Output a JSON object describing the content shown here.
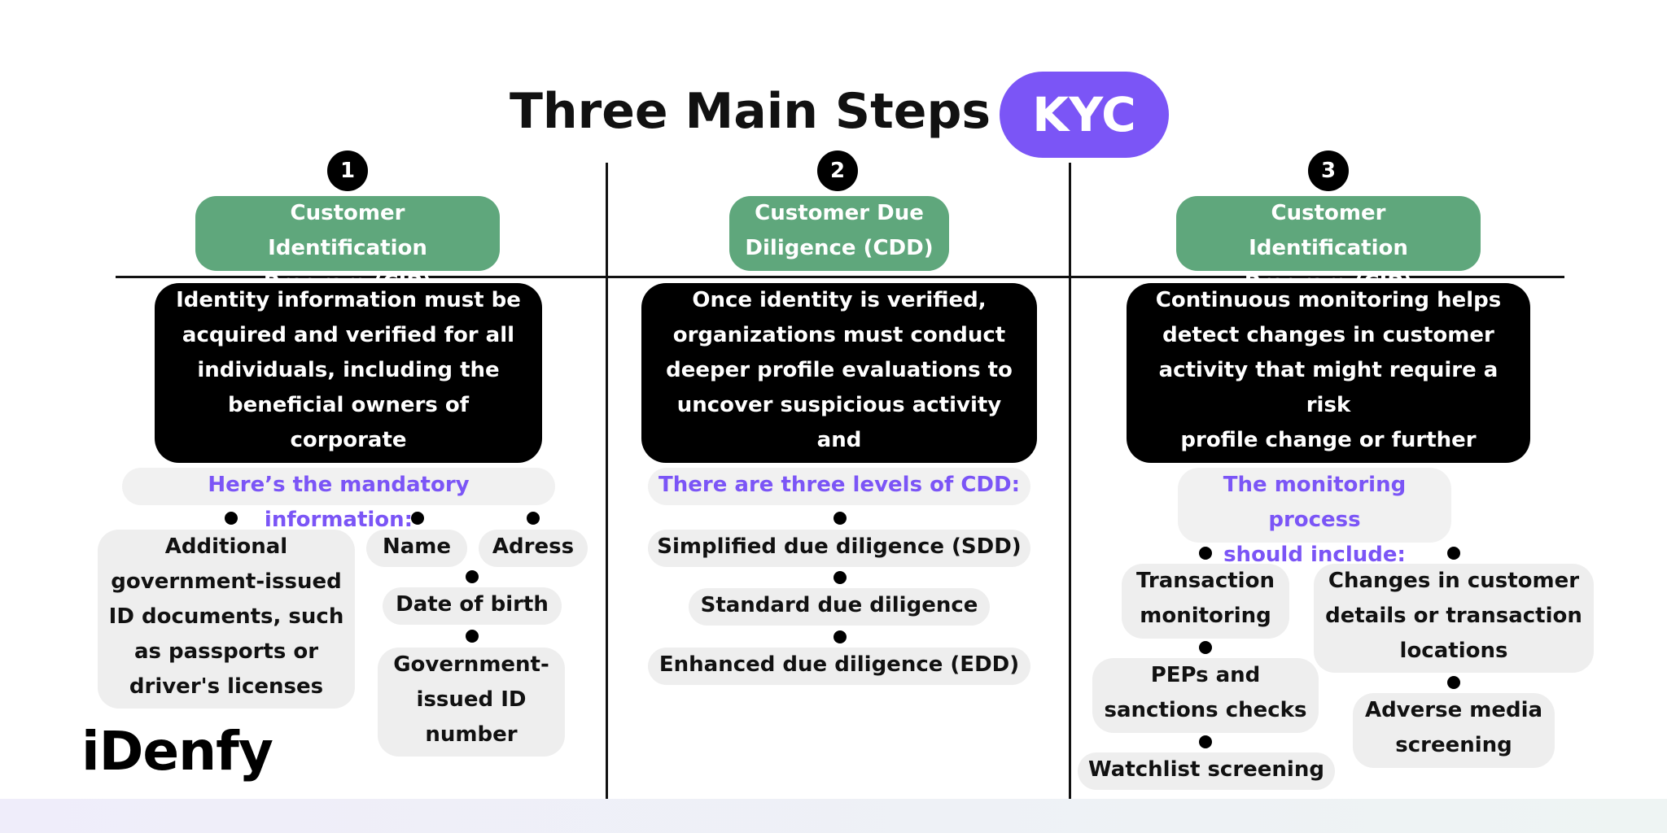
{
  "title": {
    "text": "Three Main Steps to",
    "highlight": "KYC"
  },
  "steps": [
    {
      "number": "1",
      "heading": "Customer Identification\nProgram (CIP)",
      "description": "Identity information must be\nacquired and verified for all\nindividuals, including the\nbeneficial owners of corporate\ncustomers.",
      "subheading": "Here’s the mandatory information:",
      "items": [
        "Additional\ngovernment-issued\nID documents, such\nas passports or\ndriver's licenses",
        "Name",
        "Adress",
        "Date of birth",
        "Government-\nissued ID\nnumber"
      ]
    },
    {
      "number": "2",
      "heading": "Customer Due\nDiligence (CDD)",
      "description": "Once identity is verified,\norganizations must conduct\ndeeper profile evaluations to\nuncover suspicious activity and\nassess potential risk factors.",
      "subheading": "There are three levels of CDD:",
      "items": [
        "Simplified due diligence (SDD)",
        "Standard due diligence",
        "Enhanced due diligence (EDD)"
      ]
    },
    {
      "number": "3",
      "heading": "Customer Identification\nProgram (CIP)",
      "description": "Continuous monitoring helps\ndetect changes in customer\nactivity that might require a risk\nprofile change or further\ninvestigation.",
      "subheading": "The monitoring process\nshould include:",
      "items": [
        "Transaction\nmonitoring",
        "PEPs and\nsanctions checks",
        "Watchlist screening",
        "Changes in customer\ndetails or transaction\nlocations",
        "Adverse media\nscreening"
      ]
    }
  ],
  "brand": {
    "logo_text": "iDenfy"
  },
  "colors": {
    "accent_purple": "#7b55f6",
    "green": "#5fa77c",
    "black": "#000000",
    "item_bg": "#eeeeee"
  }
}
